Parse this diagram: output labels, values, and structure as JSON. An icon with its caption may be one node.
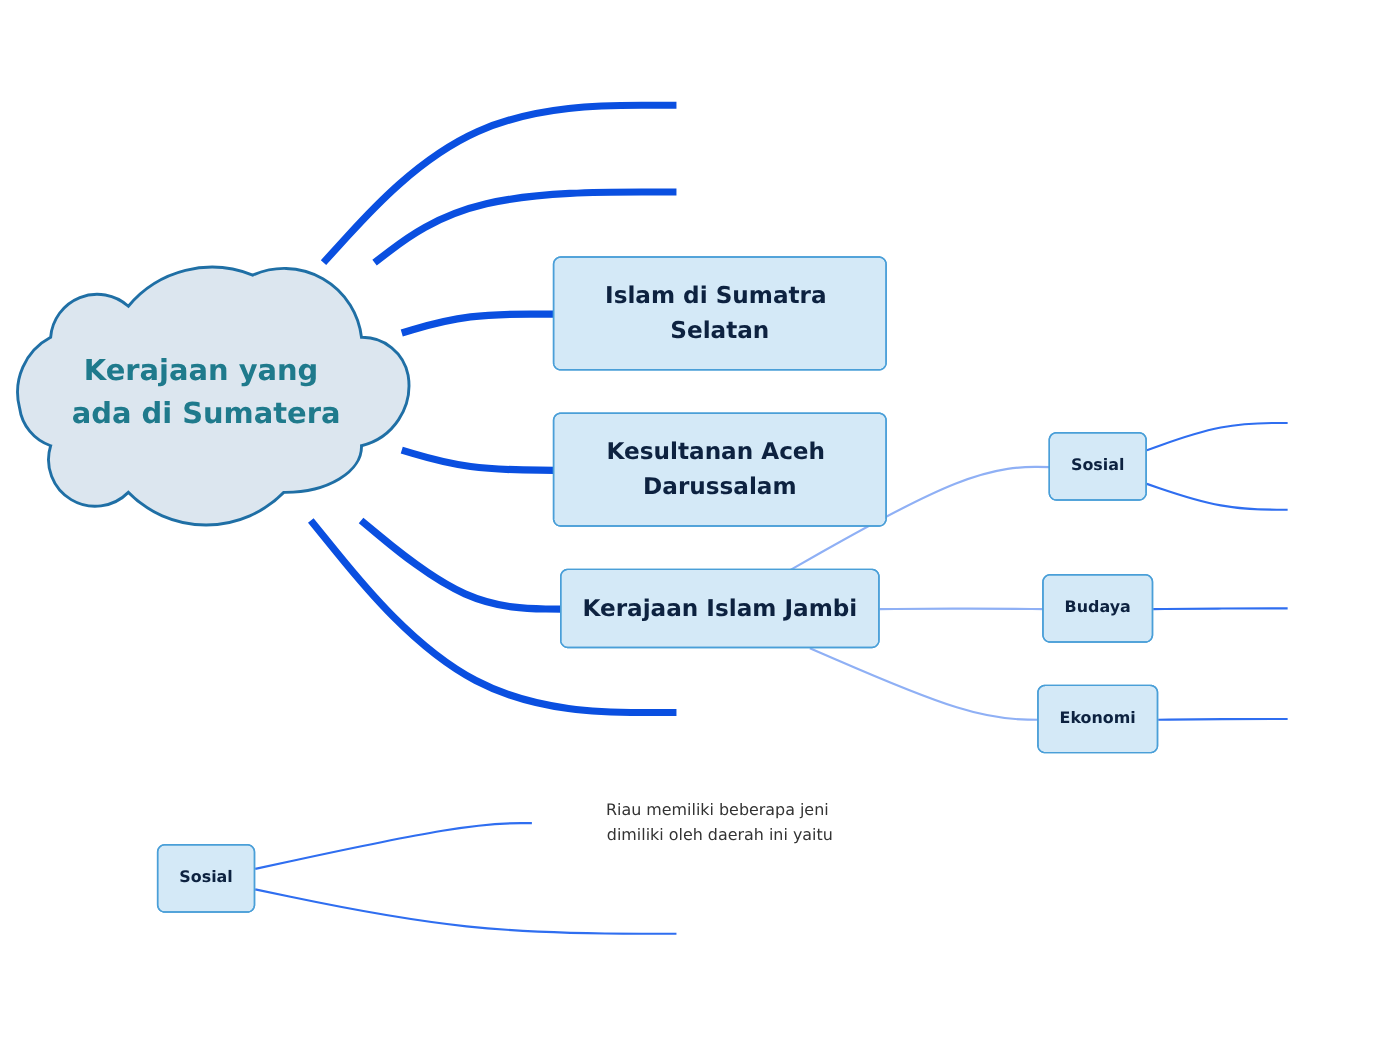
{
  "diagram": {
    "nodes": [
      {
        "text": [
          "Kerajaan yang ada di Sumatera"
        ]
      },
      {
        "text": [
          "Islam di Sumatra Selatan"
        ]
      },
      {
        "text": [
          "Kesultanan Aceh Darussalam"
        ]
      },
      {
        "text": [
          "Kerajaan Islam Jambi"
        ]
      },
      {
        "text": [
          "Sosial"
        ]
      },
      {
        "text": [
          "Budaya"
        ]
      },
      {
        "text": [
          "Ekonomi"
        ]
      },
      {
        "text": [
          "Sosial"
        ]
      },
      {
        "text": [
          "Riau memiliki beberapa jeni dimiliki oleh daerah ini yaitu"
        ]
      }
    ],
    "edges": [
      {
        "from": 0,
        "to": null,
        "arrow": "none",
        "style": "thick"
      },
      {
        "from": 0,
        "to": null,
        "arrow": "none",
        "style": "thick"
      },
      {
        "from": 0,
        "to": 1,
        "arrow": "none",
        "style": "thick"
      },
      {
        "from": 0,
        "to": 2,
        "arrow": "none",
        "style": "thick"
      },
      {
        "from": 0,
        "to": 3,
        "arrow": "none",
        "style": "thick"
      },
      {
        "from": 0,
        "to": null,
        "arrow": "none",
        "style": "thick"
      },
      {
        "from": 3,
        "to": 4,
        "arrow": "none",
        "color": "#8fb0f5"
      },
      {
        "from": 3,
        "to": 5,
        "arrow": "none",
        "color": "#8fb0f5"
      },
      {
        "from": 3,
        "to": 6,
        "arrow": "none",
        "color": "#8fb0f5"
      },
      {
        "from": 4,
        "to": null,
        "arrow": "none"
      },
      {
        "from": 4,
        "to": null,
        "arrow": "none"
      },
      {
        "from": 5,
        "to": null,
        "arrow": "none"
      },
      {
        "from": 6,
        "to": null,
        "arrow": "none"
      },
      {
        "from": 7,
        "to": 8,
        "arrow": "none"
      },
      {
        "from": 7,
        "to": null,
        "arrow": "none"
      }
    ]
  }
}
